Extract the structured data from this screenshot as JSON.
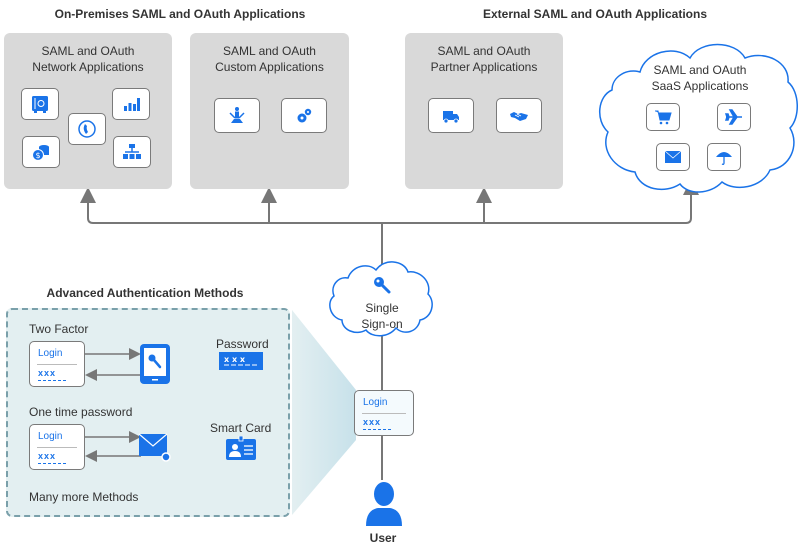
{
  "headings": {
    "on_premises": "On-Premises SAML and OAuth Applications",
    "external": "External SAML and OAuth Applications",
    "advanced_auth": "Advanced Authentication Methods"
  },
  "panels": {
    "network": {
      "title_line1": "SAML and OAuth",
      "title_line2": "Network Applications",
      "icons": [
        "safe-icon",
        "bar-chart-icon",
        "phone-icon",
        "database-money-icon",
        "org-chart-icon"
      ]
    },
    "custom": {
      "title_line1": "SAML and OAuth",
      "title_line2": "Custom Applications",
      "icons": [
        "person-tools-icon",
        "gears-icon"
      ]
    },
    "partner": {
      "title_line1": "SAML and OAuth",
      "title_line2": "Partner Applications",
      "icons": [
        "truck-icon",
        "handshake-icon"
      ]
    },
    "saas": {
      "title_line1": "SAML and OAuth",
      "title_line2": "SaaS Applications",
      "icons": [
        "shopping-cart-icon",
        "airplane-icon",
        "envelope-icon",
        "umbrella-icon"
      ]
    }
  },
  "sso": {
    "line1": "Single",
    "line2": "Sign-on",
    "icon": "key-icon"
  },
  "login_card": {
    "title": "Login",
    "password_mask": "xxx"
  },
  "auth_methods": {
    "two_factor": "Two Factor",
    "one_time_password": "One time password",
    "password": "Password",
    "smart_card": "Smart Card",
    "many_more": "Many more Methods"
  },
  "user": {
    "label": "User"
  },
  "colors": {
    "accent_blue": "#1a73e8",
    "panel_gray": "#d9d9d9",
    "connector_gray": "#777777",
    "auth_bg": "#e3eff1",
    "auth_border": "#7aa0aa"
  }
}
